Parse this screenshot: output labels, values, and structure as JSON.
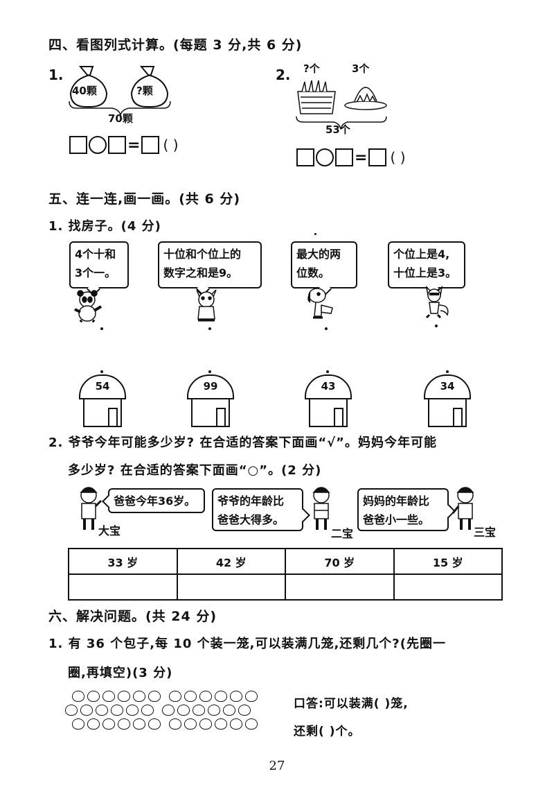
{
  "section4": {
    "heading": "四、看图列式计算。(每题 3 分,共 6 分)",
    "q1": {
      "num": "1.",
      "bag_left": "40颗",
      "bag_right": "?颗",
      "total": "70颗",
      "paren": "(      )"
    },
    "q2": {
      "num": "2.",
      "label_left": "?个",
      "label_right": "3个",
      "total": "53个",
      "paren": "(      )"
    }
  },
  "section5": {
    "heading": "五、连一连,画一画。(共 6 分)",
    "q1": {
      "title": "1. 找房子。(4 分)",
      "bubbles": [
        {
          "line1": "4个十和",
          "line2": "3个一。"
        },
        {
          "line1": "十位和个位上的",
          "line2": "数字之和是9。"
        },
        {
          "line1": "最大的两",
          "line2": "位数。"
        },
        {
          "line1": "个位上是4,",
          "line2": "十位上是3。"
        }
      ],
      "houses": [
        "54",
        "99",
        "43",
        "34"
      ]
    },
    "q2": {
      "line1": "2. 爷爷今年可能多少岁? 在合适的答案下面画“√”。妈妈今年可能",
      "line2": "多少岁? 在合适的答案下面画“○”。(2 分)",
      "speech": [
        {
          "line1": "爸爸今年36岁。",
          "name": "大宝"
        },
        {
          "line1": "爷爷的年龄比",
          "line2": "爸爸大得多。",
          "name": "二宝"
        },
        {
          "line1": "妈妈的年龄比",
          "line2": "爸爸小一些。",
          "name": "三宝"
        }
      ],
      "ages": [
        "33 岁",
        "42 岁",
        "70 岁",
        "15 岁"
      ]
    }
  },
  "section6": {
    "heading": "六、解决问题。(共 24 分)",
    "q1": {
      "line1": "1. 有 36 个包子,每 10 个装一笼,可以装满几笼,还剩几个?(先圈一",
      "line2": "圈,再填空)(3 分)",
      "answer1": "口答:可以装满(      )笼,",
      "answer2": "还剩(      )个。"
    }
  },
  "page_number": "27"
}
